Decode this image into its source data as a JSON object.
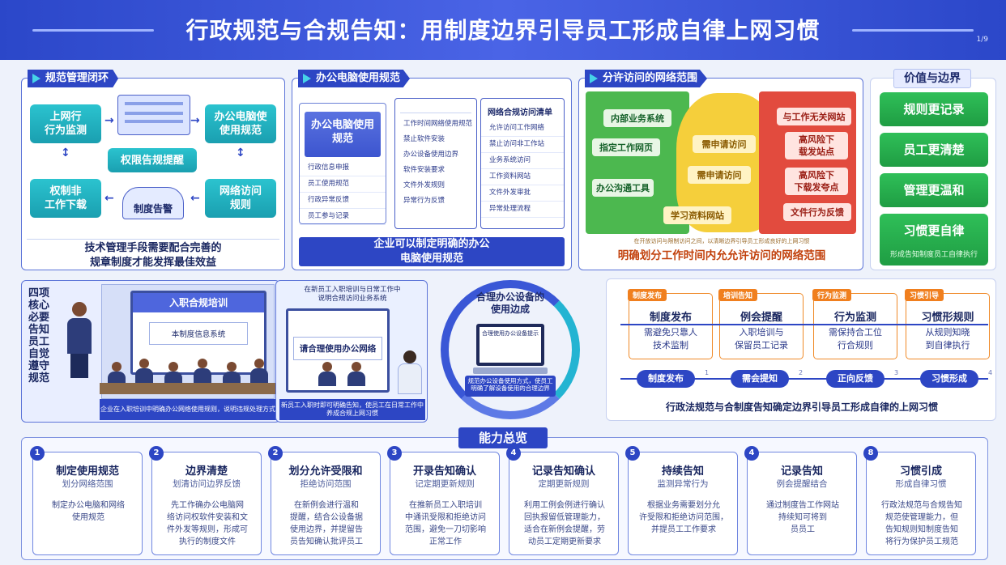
{
  "header": {
    "title": "行政规范与合规告知：用制度边界引导员工形成自律上网习惯",
    "page_num": "1/9"
  },
  "closed_loop": {
    "tag": "规范管理闭环",
    "boxes": [
      "上网行\n行为监测",
      "办公电脑使\n使用规范",
      "权限告规提醒",
      "权制非\n工作下载",
      "网络访问\n规则"
    ],
    "center_label": "制度告警",
    "caption": "技术管理手段需要配合完善的\n规章制度才能发挥最佳效益"
  },
  "office_pc": {
    "tag": "办公电脑使用规范",
    "card_title": "办公电脑使用\n规范",
    "left_items": [
      "行政信息申报",
      "员工使用规范",
      "行政异常反馈",
      "员工参与记录"
    ],
    "mid_items": [
      "工作时间网络使用规范",
      "禁止软件安装",
      "办公设备使用边界",
      "软件安装要求",
      "文件外发规则",
      "异常行为反馈"
    ],
    "right_title": "网络合规访问清单",
    "right_items": [
      "允许访问工作网络",
      "禁止访问非工作站",
      "业务系统访问",
      "工作资料网站",
      "文件外发审批",
      "异常处理流程"
    ],
    "caption": "企业可以制定明确的办公\n电脑使用规范"
  },
  "network": {
    "tag": "分许访问的网络范围",
    "green": [
      "内部业务系统",
      "指定工作网页",
      "办公沟通工具"
    ],
    "yellow": [
      "需申请访问",
      "需申请访问",
      "学习资料网站"
    ],
    "red": [
      "与工作无关网站",
      "高风险下\n载发站点",
      "高风险下\n下载发夸点",
      "文件行为反馈"
    ],
    "note": "在开放访问与限制访问之间，以清晰边界引导员工形成良好的上网习惯",
    "caption": "明确划分工作时间内允允许访问的网络范围"
  },
  "values": {
    "title": "价值与边界",
    "items": [
      "规则更记录",
      "员工更清楚",
      "管理更温和",
      "习惯更自律"
    ],
    "footer": "形成告知制度员工自律执行"
  },
  "training": {
    "side_text": "四项核心必要告知员工自觉遵守规范",
    "screen_title": "入职合规培训",
    "screen_text": "本制度信息系统",
    "caption": "企业在入职培训中明确办公网络使用规则，说明违规处理方式"
  },
  "notice": {
    "header": "在新员工入职培训与日常工作中\n说明合规访问业务系统",
    "bubble": "请合理使用办公网络",
    "caption": "新员工入职时即可明确告知，使员工在日常工作中养成合规上网习惯"
  },
  "equipment": {
    "title": "合理办公设备的\n使用边成",
    "screen": "合理使用办公设备提示",
    "caption": "规范办公设备使用方式，使员工明确了解设备使用的合理边界"
  },
  "process": {
    "steps": [
      {
        "tag": "制度发布",
        "title": "制度发布",
        "desc": "需避免只靠人\n技术监制"
      },
      {
        "tag": "培训告知",
        "title": "例会提醒",
        "desc": "入职培训与\n保留员工记录"
      },
      {
        "tag": "行为监测",
        "title": "行为监测",
        "desc": "需保持合工位\n行合规则"
      },
      {
        "tag": "习惯引导",
        "title": "习惯形规则",
        "desc": "从规则知晓\n到自律执行"
      }
    ],
    "pills": [
      "制度发布",
      "需会提知",
      "正向反馈",
      "习惯形成"
    ],
    "pill_nums": [
      "1",
      "2",
      "3",
      "4"
    ],
    "caption": "行政法规范与合制度告知确定边界引导员工形成自律的上网习惯"
  },
  "overview": {
    "title": "能力总览",
    "cards": [
      {
        "num": "1",
        "title": "制定使用规范",
        "sub": "划分网络范围",
        "desc": "制定办公电脑和网络\n使用规范"
      },
      {
        "num": "2",
        "title": "边界清楚",
        "sub": "划清访问边界反馈",
        "desc": "先工作确办公电脑网\n络访问权软件安装和文\n件外发等规则，形成可\n执行的制度文件"
      },
      {
        "num": "2",
        "title": "划分允许受限和",
        "sub": "拒绝访问范围",
        "desc": "在新例会进行温和\n提醒，结合公设备据\n使用边界，并提留告\n员告知确认批评员工"
      },
      {
        "num": "3",
        "title": "开录告知确认",
        "sub": "记定期更新规则",
        "desc": "在推新员工入职培训\n中通讯受限和拒绝访问\n范围，避免一刀切影响\n正常工作"
      },
      {
        "num": "4",
        "title": "记录告知确认",
        "sub": "定期更新规则",
        "desc": "利用工例会例进行确认\n回执报留低管理能力，\n适合在新例会提醒，劳\n动员工定期更新要求"
      },
      {
        "num": "5",
        "title": "持续告知",
        "sub": "监测异常行为",
        "desc": "根据业务需要划分允\n许受限和拒绝访问范围，\n并提员工工作要求"
      },
      {
        "num": "4",
        "title": "记录告知",
        "sub": "例会提醒结合",
        "desc": "通过制度告工作网站\n持续知可将到\n员员工"
      },
      {
        "num": "8",
        "title": "习惯引成",
        "sub": "形成自律习惯",
        "desc": "行政法规范与合规告知\n规范使管理能力，但\n告知规则知制度告知\n将行为保护员工规范"
      }
    ]
  },
  "colors": {
    "accent": "#2d46c4",
    "teal": "#1fb1c0",
    "green": "#28ad4f",
    "orange": "#f07f1e",
    "red": "#e5453a"
  }
}
